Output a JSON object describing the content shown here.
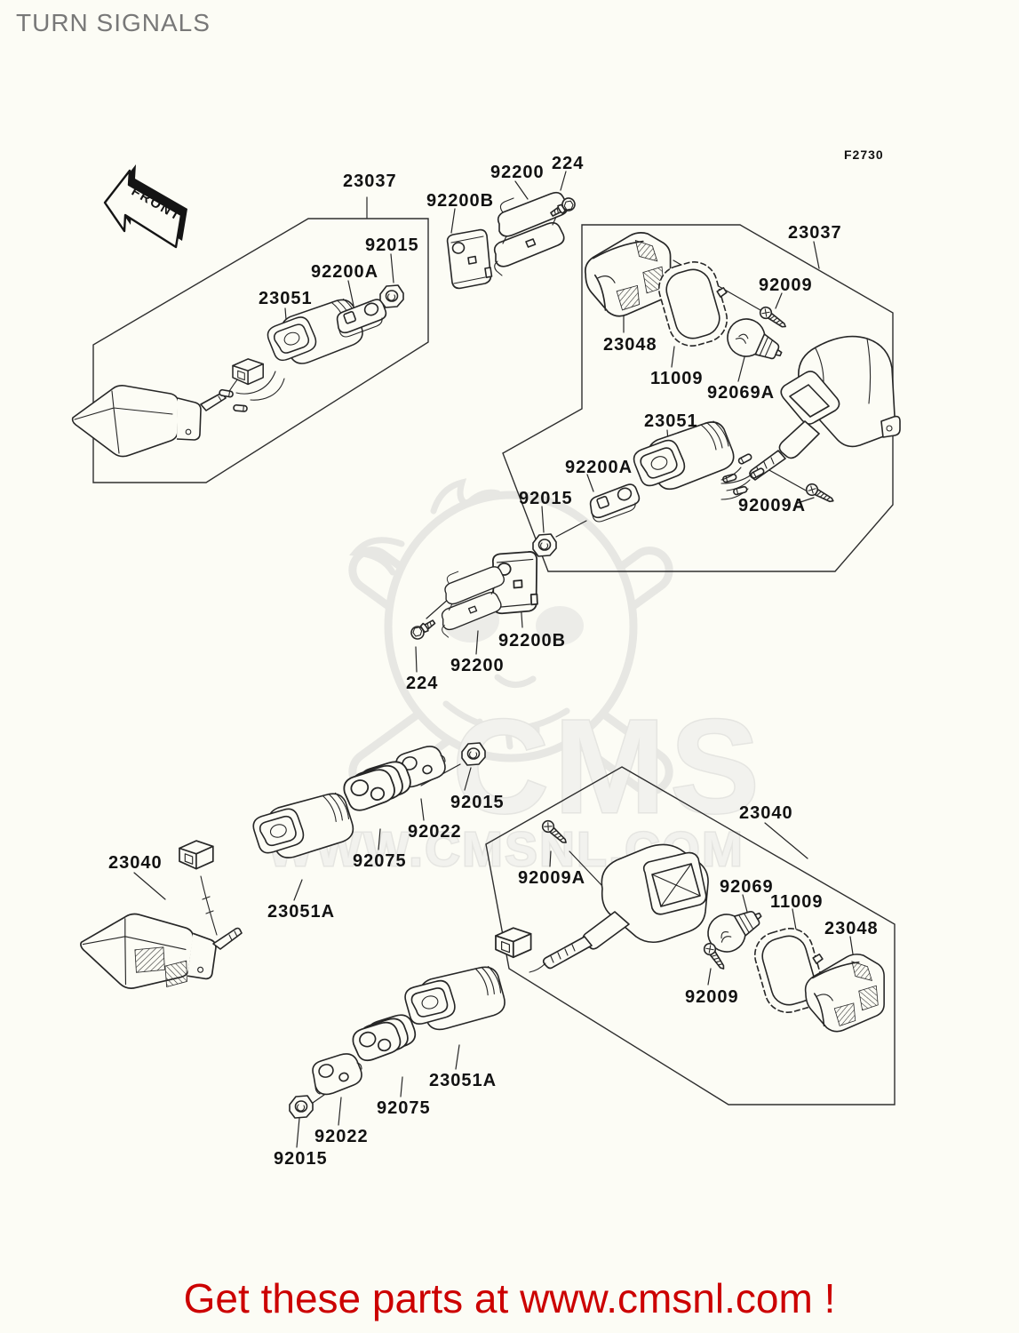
{
  "page": {
    "title": "TURN SIGNALS",
    "diagram_code": "F2730",
    "front_marker": "FRONT",
    "banner": "Get these parts at www.cmsnl.com !"
  },
  "watermark": {
    "logo": "CMS",
    "url": "WWW.CMSNL.COM"
  },
  "colors": {
    "background": "#fcfcf5",
    "line": "#262626",
    "label": "#121212",
    "title": "#787878",
    "banner_red": "#cc0000",
    "watermark_gray": "#e7e7e3"
  },
  "labels": [
    "23037",
    "92015",
    "92200A",
    "23051",
    "92200B",
    "92200",
    "224",
    "23037",
    "92009",
    "23048",
    "11009",
    "92069A",
    "23051",
    "92200A",
    "92015",
    "92009A",
    "92200B",
    "92200",
    "224",
    "92015",
    "92022",
    "92075",
    "23051A",
    "23040",
    "23040",
    "92009A",
    "92069",
    "11009",
    "23048",
    "92009",
    "23051A",
    "92075",
    "92022",
    "92015"
  ]
}
